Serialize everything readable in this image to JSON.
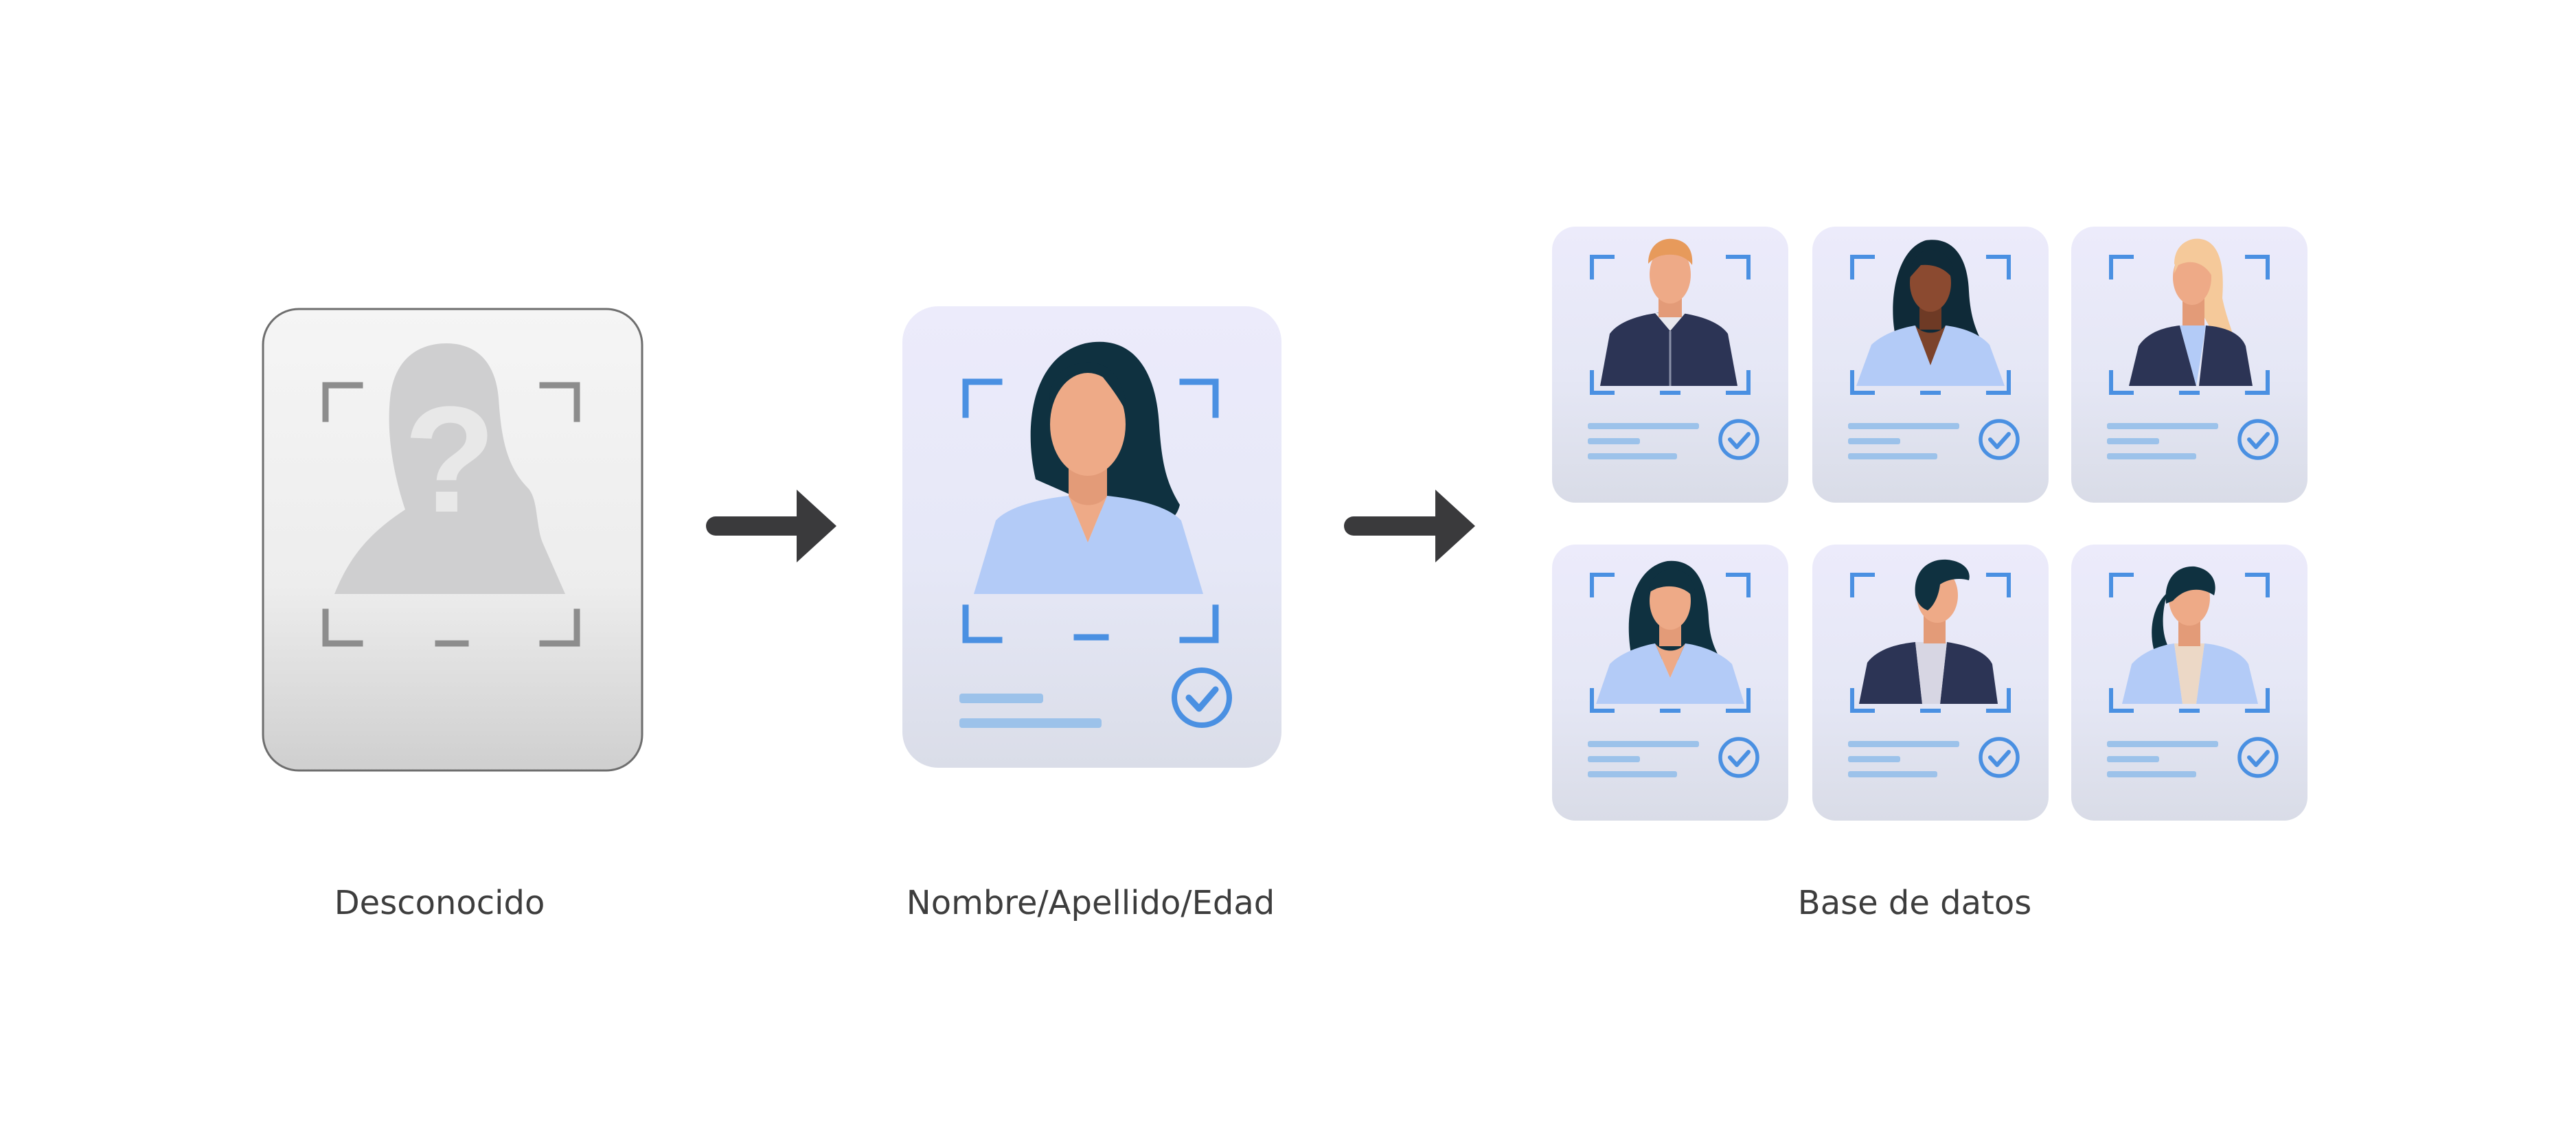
{
  "stages": {
    "unknown": {
      "label": "Desconocido"
    },
    "identified": {
      "label": "Nombre/Apellido/Edad"
    },
    "database": {
      "label": "Base de datos"
    }
  },
  "icons": {
    "unknown_card": "unknown-person-icon",
    "identified_card": "identified-person-icon",
    "verified": "check-circle-icon",
    "arrow": "right-arrow-icon"
  },
  "colors": {
    "frame_blue": "#4a90e2",
    "line_blue": "#9cc2ea",
    "card_lavender": "#ecebfb",
    "card_gray": "#dde0e8",
    "unknown_gray": "#cfcfd0",
    "arrow": "#3a3a3c",
    "skin": "#eeaa87",
    "hair_dark": "#0f3140",
    "shirt_blue": "#b3cbf7",
    "suit_navy": "#2c3455",
    "text": "#3d3d3d"
  },
  "database_cards": [
    {
      "person": "man-red-hair-suit"
    },
    {
      "person": "woman-dark-skin-blue-top"
    },
    {
      "person": "woman-blonde-jacket"
    },
    {
      "person": "woman-long-dark-hair-blue-top"
    },
    {
      "person": "man-dark-hair-suit-profile"
    },
    {
      "person": "woman-ponytail-blue-cardigan"
    }
  ]
}
